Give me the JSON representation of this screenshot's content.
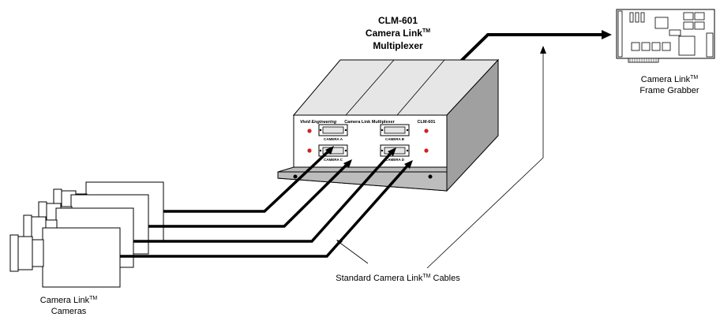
{
  "mux": {
    "model": "CLM-601",
    "name_line1": "Camera Link",
    "name_tm": "TM",
    "name_line2": "Multiplexer",
    "panel_brand": "Vivid Engineering",
    "panel_title": "Camera Link Multiplexer",
    "panel_model": "CLM-601",
    "ports": [
      "CAMERA A",
      "CAMERA B",
      "CAMERA C",
      "CAMERA D"
    ]
  },
  "frame_grabber": {
    "label_line1": "Camera Link",
    "label_tm": "TM",
    "label_line2": "Frame Grabber"
  },
  "cameras": {
    "label_line1": "Camera Link",
    "label_tm": "TM",
    "label_line2": "Cameras"
  },
  "cables": {
    "label_prefix": "Standard Camera Link",
    "label_tm": "TM",
    "label_suffix": " Cables"
  },
  "colors": {
    "line": "#000000",
    "box_light": "#e6e6e6",
    "box_mid": "#bdbdbd",
    "box_dark": "#a0a0a0",
    "led": "#d42020"
  }
}
